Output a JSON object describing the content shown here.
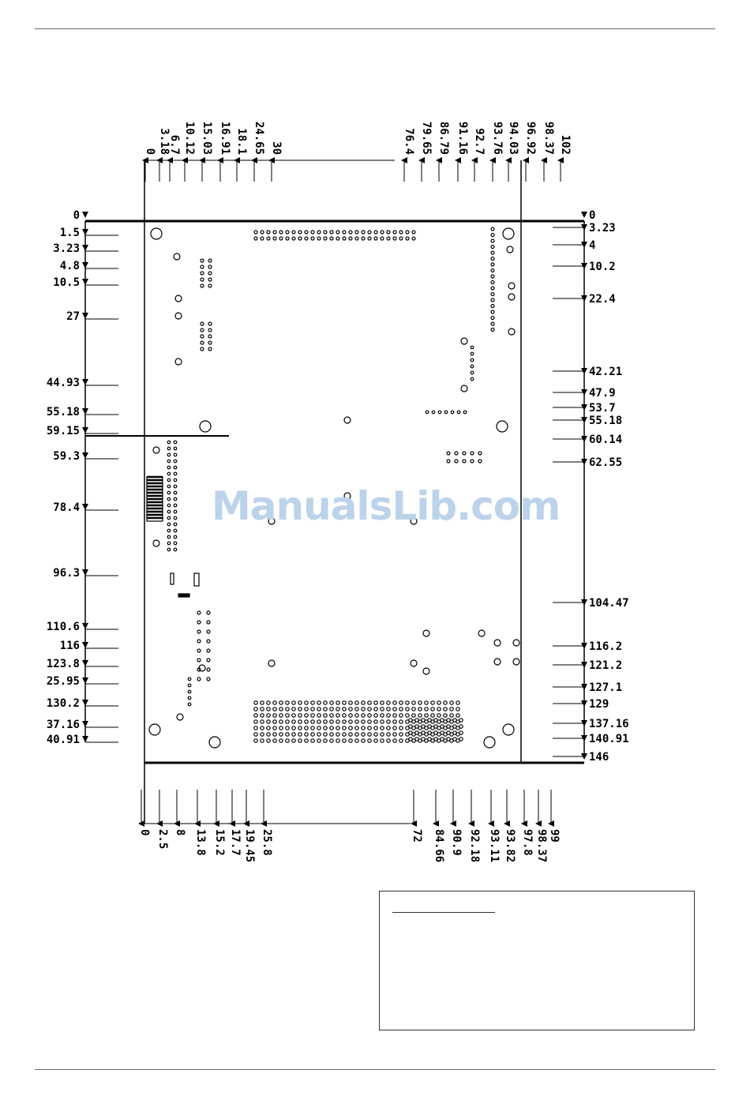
{
  "watermark": "ManualsLib.com",
  "dimensions": {
    "top": [
      "0",
      "3.18",
      "6.7",
      "10.12",
      "15.03",
      "16.91",
      "18.1",
      "24.65",
      "30",
      "76.4",
      "79.65",
      "86.79",
      "91.16",
      "92.7",
      "93.76",
      "94.03",
      "96.92",
      "98.37",
      "102"
    ],
    "bottom": [
      "0",
      "2.5",
      "8",
      "13.8",
      "15.2",
      "17.7",
      "19.45",
      "25.8",
      "72",
      "84.66",
      "90.9",
      "92.18",
      "93.11",
      "93.82",
      "97.8",
      "98.37",
      "99"
    ],
    "left": [
      "0",
      "1.5",
      "3.23",
      "4.8",
      "10.5",
      "27",
      "44.93",
      "55.18",
      "59.15",
      "59.3",
      "78.4",
      "96.3",
      "110.6",
      "116",
      "123.8",
      "25.95",
      "130.2",
      "37.16",
      "40.91"
    ],
    "right": [
      "0",
      "3.23",
      "4",
      "10.2",
      "22.4",
      "42.21",
      "47.9",
      "53.7",
      "55.18",
      "60.14",
      "62.55",
      "104.47",
      "116.2",
      "121.2",
      "127.1",
      "129",
      "137.16",
      "140.91",
      "146"
    ]
  }
}
